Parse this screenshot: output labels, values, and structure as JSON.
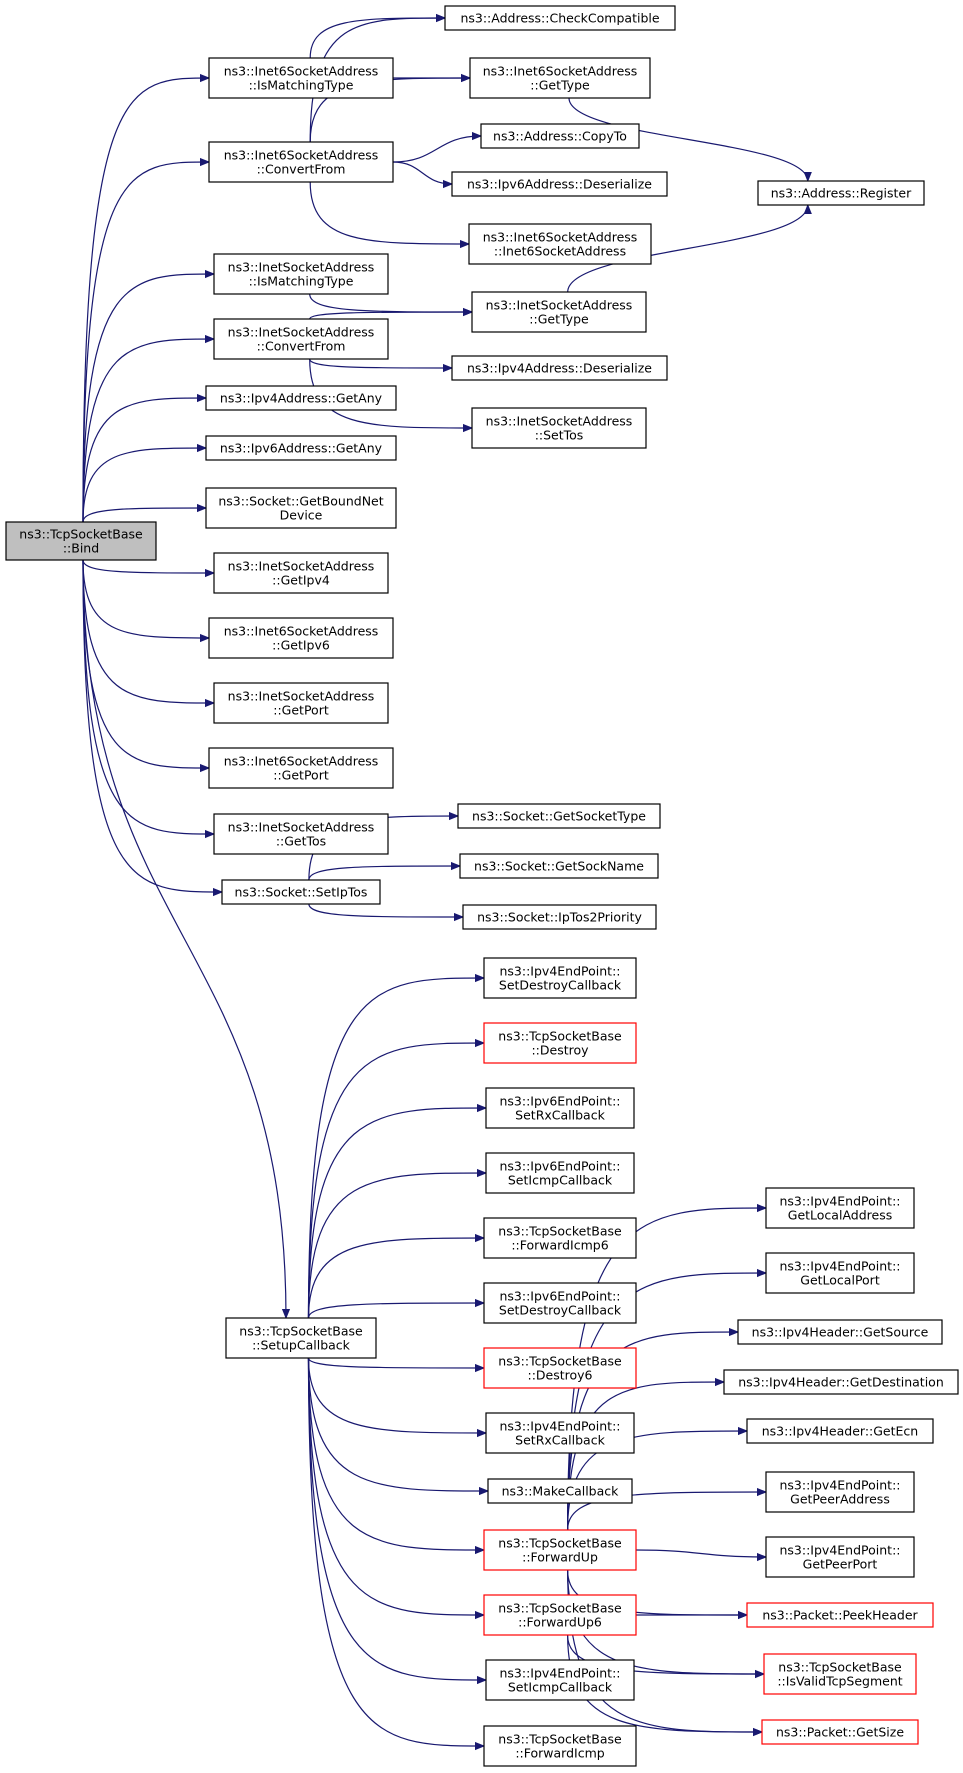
{
  "title": "",
  "colors": {
    "edge": "#191970",
    "root_fill": "#bfbfbf",
    "incomplete_border": "#ff0000",
    "border": "#000000"
  },
  "nodes": {
    "bind": {
      "lines": [
        "ns3::TcpSocketBase",
        "::Bind"
      ],
      "root": true
    },
    "i6IsMatching": {
      "lines": [
        "ns3::Inet6SocketAddress",
        "::IsMatchingType"
      ]
    },
    "i6ConvertFrom": {
      "lines": [
        "ns3::Inet6SocketAddress",
        "::ConvertFrom"
      ]
    },
    "iIsMatching": {
      "lines": [
        "ns3::InetSocketAddress",
        "::IsMatchingType"
      ]
    },
    "iConvertFrom": {
      "lines": [
        "ns3::InetSocketAddress",
        "::ConvertFrom"
      ]
    },
    "v4GetAny": {
      "lines": [
        "ns3::Ipv4Address::GetAny"
      ]
    },
    "v6GetAny": {
      "lines": [
        "ns3::Ipv6Address::GetAny"
      ]
    },
    "boundNet": {
      "lines": [
        "ns3::Socket::GetBoundNet",
        "Device"
      ]
    },
    "iGetIpv4": {
      "lines": [
        "ns3::InetSocketAddress",
        "::GetIpv4"
      ]
    },
    "i6GetIpv6": {
      "lines": [
        "ns3::Inet6SocketAddress",
        "::GetIpv6"
      ]
    },
    "iGetPort": {
      "lines": [
        "ns3::InetSocketAddress",
        "::GetPort"
      ]
    },
    "i6GetPort": {
      "lines": [
        "ns3::Inet6SocketAddress",
        "::GetPort"
      ]
    },
    "iGetTos": {
      "lines": [
        "ns3::InetSocketAddress",
        "::GetTos"
      ]
    },
    "setIpTos": {
      "lines": [
        "ns3::Socket::SetIpTos"
      ]
    },
    "setupCb": {
      "lines": [
        "ns3::TcpSocketBase",
        "::SetupCallback"
      ]
    },
    "checkCompat": {
      "lines": [
        "ns3::Address::CheckCompatible"
      ]
    },
    "i6GetType": {
      "lines": [
        "ns3::Inet6SocketAddress",
        "::GetType"
      ]
    },
    "copyTo": {
      "lines": [
        "ns3::Address::CopyTo"
      ]
    },
    "v6Deser": {
      "lines": [
        "ns3::Ipv6Address::Deserialize"
      ]
    },
    "i6Ctor": {
      "lines": [
        "ns3::Inet6SocketAddress",
        "::Inet6SocketAddress"
      ]
    },
    "iGetType": {
      "lines": [
        "ns3::InetSocketAddress",
        "::GetType"
      ]
    },
    "v4Deser": {
      "lines": [
        "ns3::Ipv4Address::Deserialize"
      ]
    },
    "iSetTos": {
      "lines": [
        "ns3::InetSocketAddress",
        "::SetTos"
      ]
    },
    "addrRegister": {
      "lines": [
        "ns3::Address::Register"
      ]
    },
    "getSockType": {
      "lines": [
        "ns3::Socket::GetSocketType"
      ]
    },
    "getSockName": {
      "lines": [
        "ns3::Socket::GetSockName"
      ]
    },
    "ipTos2Prio": {
      "lines": [
        "ns3::Socket::IpTos2Priority"
      ]
    },
    "ep4SetDestroy": {
      "lines": [
        "ns3::Ipv4EndPoint::",
        "SetDestroyCallback"
      ]
    },
    "destroy": {
      "lines": [
        "ns3::TcpSocketBase",
        "::Destroy"
      ],
      "red": true
    },
    "ep6SetRx": {
      "lines": [
        "ns3::Ipv6EndPoint::",
        "SetRxCallback"
      ]
    },
    "ep6SetIcmp": {
      "lines": [
        "ns3::Ipv6EndPoint::",
        "SetIcmpCallback"
      ]
    },
    "fwdIcmp6": {
      "lines": [
        "ns3::TcpSocketBase",
        "::ForwardIcmp6"
      ]
    },
    "ep6SetDestroy": {
      "lines": [
        "ns3::Ipv6EndPoint::",
        "SetDestroyCallback"
      ]
    },
    "destroy6": {
      "lines": [
        "ns3::TcpSocketBase",
        "::Destroy6"
      ],
      "red": true
    },
    "ep4SetRx": {
      "lines": [
        "ns3::Ipv4EndPoint::",
        "SetRxCallback"
      ]
    },
    "makeCb": {
      "lines": [
        "ns3::MakeCallback"
      ]
    },
    "fwdUp": {
      "lines": [
        "ns3::TcpSocketBase",
        "::ForwardUp"
      ],
      "red": true
    },
    "fwdUp6": {
      "lines": [
        "ns3::TcpSocketBase",
        "::ForwardUp6"
      ],
      "red": true
    },
    "ep4SetIcmp": {
      "lines": [
        "ns3::Ipv4EndPoint::",
        "SetIcmpCallback"
      ]
    },
    "fwdIcmp": {
      "lines": [
        "ns3::TcpSocketBase",
        "::ForwardIcmp"
      ]
    },
    "ep4LocalAddr": {
      "lines": [
        "ns3::Ipv4EndPoint::",
        "GetLocalAddress"
      ]
    },
    "ep4LocalPort": {
      "lines": [
        "ns3::Ipv4EndPoint::",
        "GetLocalPort"
      ]
    },
    "h4Source": {
      "lines": [
        "ns3::Ipv4Header::GetSource"
      ]
    },
    "h4Dest": {
      "lines": [
        "ns3::Ipv4Header::GetDestination"
      ]
    },
    "h4Ecn": {
      "lines": [
        "ns3::Ipv4Header::GetEcn"
      ]
    },
    "ep4PeerAddr": {
      "lines": [
        "ns3::Ipv4EndPoint::",
        "GetPeerAddress"
      ]
    },
    "ep4PeerPort": {
      "lines": [
        "ns3::Ipv4EndPoint::",
        "GetPeerPort"
      ]
    },
    "peekHeader": {
      "lines": [
        "ns3::Packet::PeekHeader"
      ],
      "red": true
    },
    "isValidSeg": {
      "lines": [
        "ns3::TcpSocketBase",
        "::IsValidTcpSegment"
      ],
      "red": true
    },
    "getSize": {
      "lines": [
        "ns3::Packet::GetSize"
      ],
      "red": true
    }
  },
  "edges": [
    [
      "bind",
      "i6IsMatching"
    ],
    [
      "bind",
      "i6ConvertFrom"
    ],
    [
      "bind",
      "iIsMatching"
    ],
    [
      "bind",
      "iConvertFrom"
    ],
    [
      "bind",
      "v4GetAny"
    ],
    [
      "bind",
      "v6GetAny"
    ],
    [
      "bind",
      "boundNet"
    ],
    [
      "bind",
      "iGetIpv4"
    ],
    [
      "bind",
      "i6GetIpv6"
    ],
    [
      "bind",
      "iGetPort"
    ],
    [
      "bind",
      "i6GetPort"
    ],
    [
      "bind",
      "iGetTos"
    ],
    [
      "bind",
      "setIpTos"
    ],
    [
      "bind",
      "setupCb"
    ],
    [
      "i6IsMatching",
      "checkCompat"
    ],
    [
      "i6IsMatching",
      "i6GetType"
    ],
    [
      "i6ConvertFrom",
      "checkCompat"
    ],
    [
      "i6ConvertFrom",
      "i6GetType"
    ],
    [
      "i6ConvertFrom",
      "copyTo"
    ],
    [
      "i6ConvertFrom",
      "v6Deser"
    ],
    [
      "i6ConvertFrom",
      "i6Ctor"
    ],
    [
      "i6GetType",
      "addrRegister"
    ],
    [
      "iIsMatching",
      "iGetType"
    ],
    [
      "iConvertFrom",
      "iGetType"
    ],
    [
      "iConvertFrom",
      "v4Deser"
    ],
    [
      "iConvertFrom",
      "iSetTos"
    ],
    [
      "iGetType",
      "addrRegister"
    ],
    [
      "setIpTos",
      "getSockType"
    ],
    [
      "setIpTos",
      "getSockName"
    ],
    [
      "setIpTos",
      "ipTos2Prio"
    ],
    [
      "setupCb",
      "ep4SetDestroy"
    ],
    [
      "setupCb",
      "destroy"
    ],
    [
      "setupCb",
      "ep6SetRx"
    ],
    [
      "setupCb",
      "ep6SetIcmp"
    ],
    [
      "setupCb",
      "fwdIcmp6"
    ],
    [
      "setupCb",
      "ep6SetDestroy"
    ],
    [
      "setupCb",
      "destroy6"
    ],
    [
      "setupCb",
      "ep4SetRx"
    ],
    [
      "setupCb",
      "makeCb"
    ],
    [
      "setupCb",
      "fwdUp"
    ],
    [
      "setupCb",
      "fwdUp6"
    ],
    [
      "setupCb",
      "ep4SetIcmp"
    ],
    [
      "setupCb",
      "fwdIcmp"
    ],
    [
      "fwdUp",
      "ep4LocalAddr"
    ],
    [
      "fwdUp",
      "ep4LocalPort"
    ],
    [
      "fwdUp",
      "h4Source"
    ],
    [
      "fwdUp",
      "h4Dest"
    ],
    [
      "fwdUp",
      "h4Ecn"
    ],
    [
      "fwdUp",
      "ep4PeerAddr"
    ],
    [
      "fwdUp",
      "ep4PeerPort"
    ],
    [
      "fwdUp",
      "peekHeader"
    ],
    [
      "fwdUp",
      "isValidSeg"
    ],
    [
      "fwdUp",
      "getSize"
    ],
    [
      "fwdUp6",
      "peekHeader"
    ],
    [
      "fwdUp6",
      "isValidSeg"
    ],
    [
      "fwdUp6",
      "getSize"
    ]
  ]
}
